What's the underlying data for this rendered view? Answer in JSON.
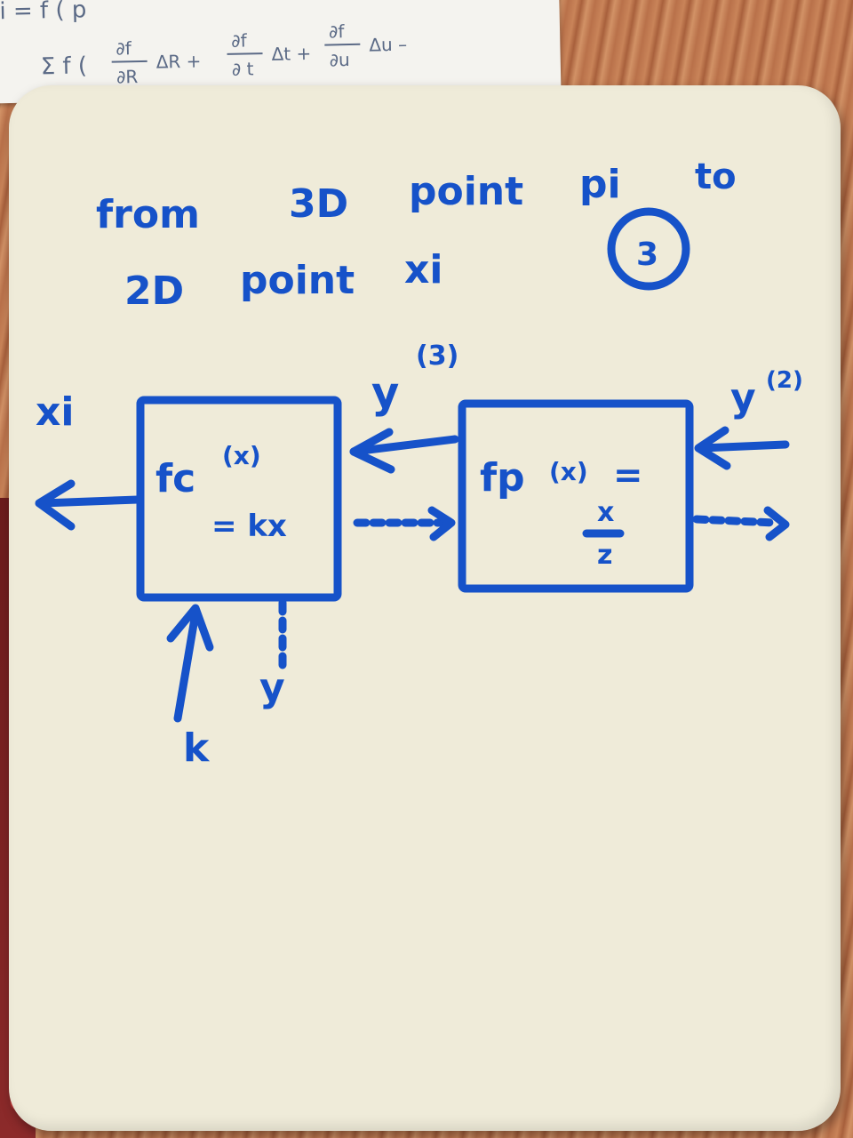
{
  "paper_notes": {
    "line1": "i = f ( p",
    "line2_prefix": "Σ f (",
    "term1_num": "∂f",
    "term1_den": "∂R",
    "term1_rest": "ΔR +",
    "term2_num": "∂f",
    "term2_den": "∂ t",
    "term2_rest": "Δt +",
    "term3_num": "∂f",
    "term3_den": "∂u",
    "term3_rest": "Δu –"
  },
  "whiteboard": {
    "title_line1_word1": "from",
    "title_line1_word2": "3D",
    "title_line1_word3": "point",
    "title_line1_var": "pi",
    "title_line1_word4": "to",
    "title_line2_word1": "2D",
    "title_line2_word2": "point",
    "title_line2_var": "xi",
    "circled_number": "3",
    "output_left_label": "xi",
    "camera_block_line1": "fc",
    "camera_block_sup": "(x)",
    "camera_block_line2": "= kx",
    "middle_signal_label": "y",
    "middle_signal_sup": "(3)",
    "projection_block_label": "fp",
    "projection_block_sup": "(x)",
    "projection_block_eq": "=",
    "projection_block_num": "x",
    "projection_block_den": "z",
    "input_right_label": "y",
    "input_right_sup": "(2)",
    "bottom_input_label": "k",
    "bottom_output_label": "y"
  },
  "colors": {
    "ink": "#1652c9",
    "board": "#efebd9",
    "paper": "#f4f3ef"
  }
}
